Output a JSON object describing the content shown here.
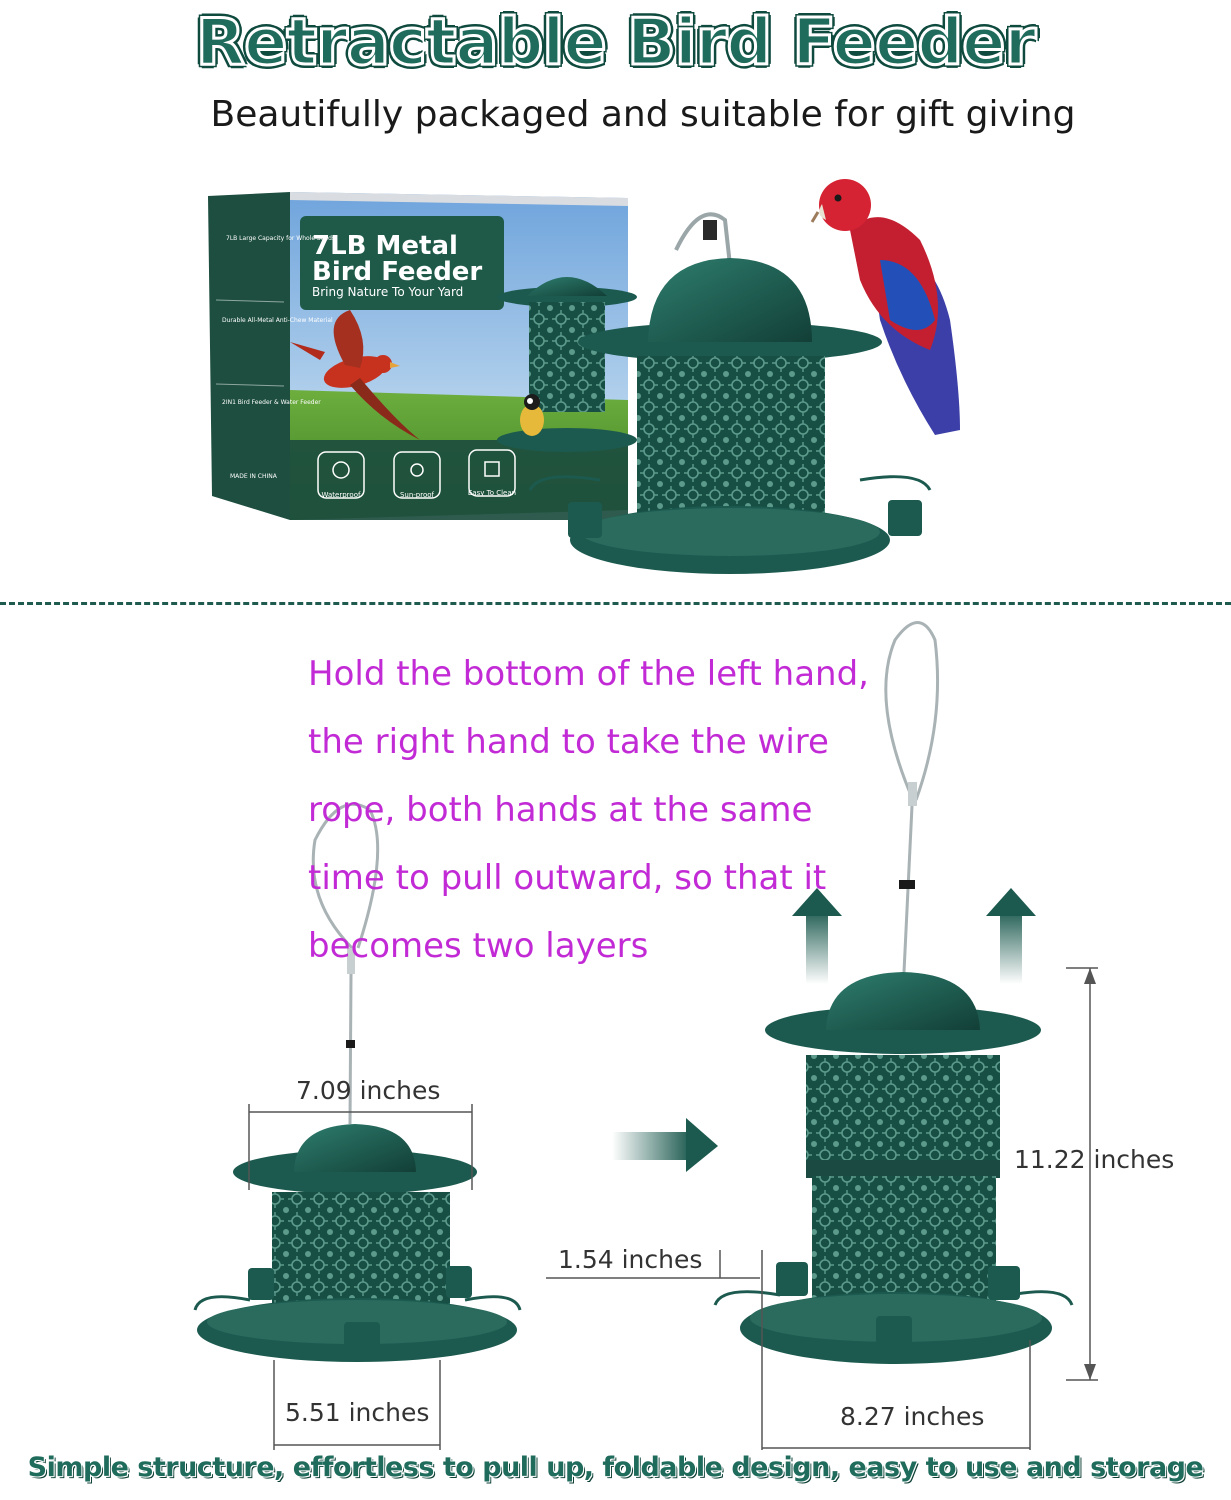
{
  "headline": "Retractable Bird Feeder",
  "subheadline": "Beautifully packaged and suitable for gift giving",
  "package": {
    "title_line1": "7LB Metal",
    "title_line2": "Bird Feeder",
    "tagline": "Bring Nature To Your Yard",
    "badges": [
      "Waterproof",
      "Sun-proof",
      "Easy To Clean"
    ],
    "side_text_1": "7LB Large Capacity for Whole Seeds",
    "side_text_2": "Durable All-Metal Anti-Chew Material",
    "side_text_3": "2IN1 Bird Feeder & Water Feeder",
    "made_in": "MADE IN CHINA"
  },
  "instructions": [
    "Hold the bottom of the left hand,",
    "the right hand to take the wire",
    "rope, both hands at the same",
    "time to pull outward, so that it",
    "becomes two layers"
  ],
  "dimensions": {
    "closed_width": "7.09 inches",
    "closed_base": "5.51 inches",
    "extended_height": "11.22 inches",
    "extended_base": "8.27 inches",
    "tube_gap": "1.54 inches"
  },
  "footer": "Simple structure, effortless to pull up, foldable design, easy to use and storage",
  "colors": {
    "feeder_green": "#1c5a4f",
    "headline_green": "#1f6b5c",
    "instruction_magenta": "#c22ad6"
  }
}
